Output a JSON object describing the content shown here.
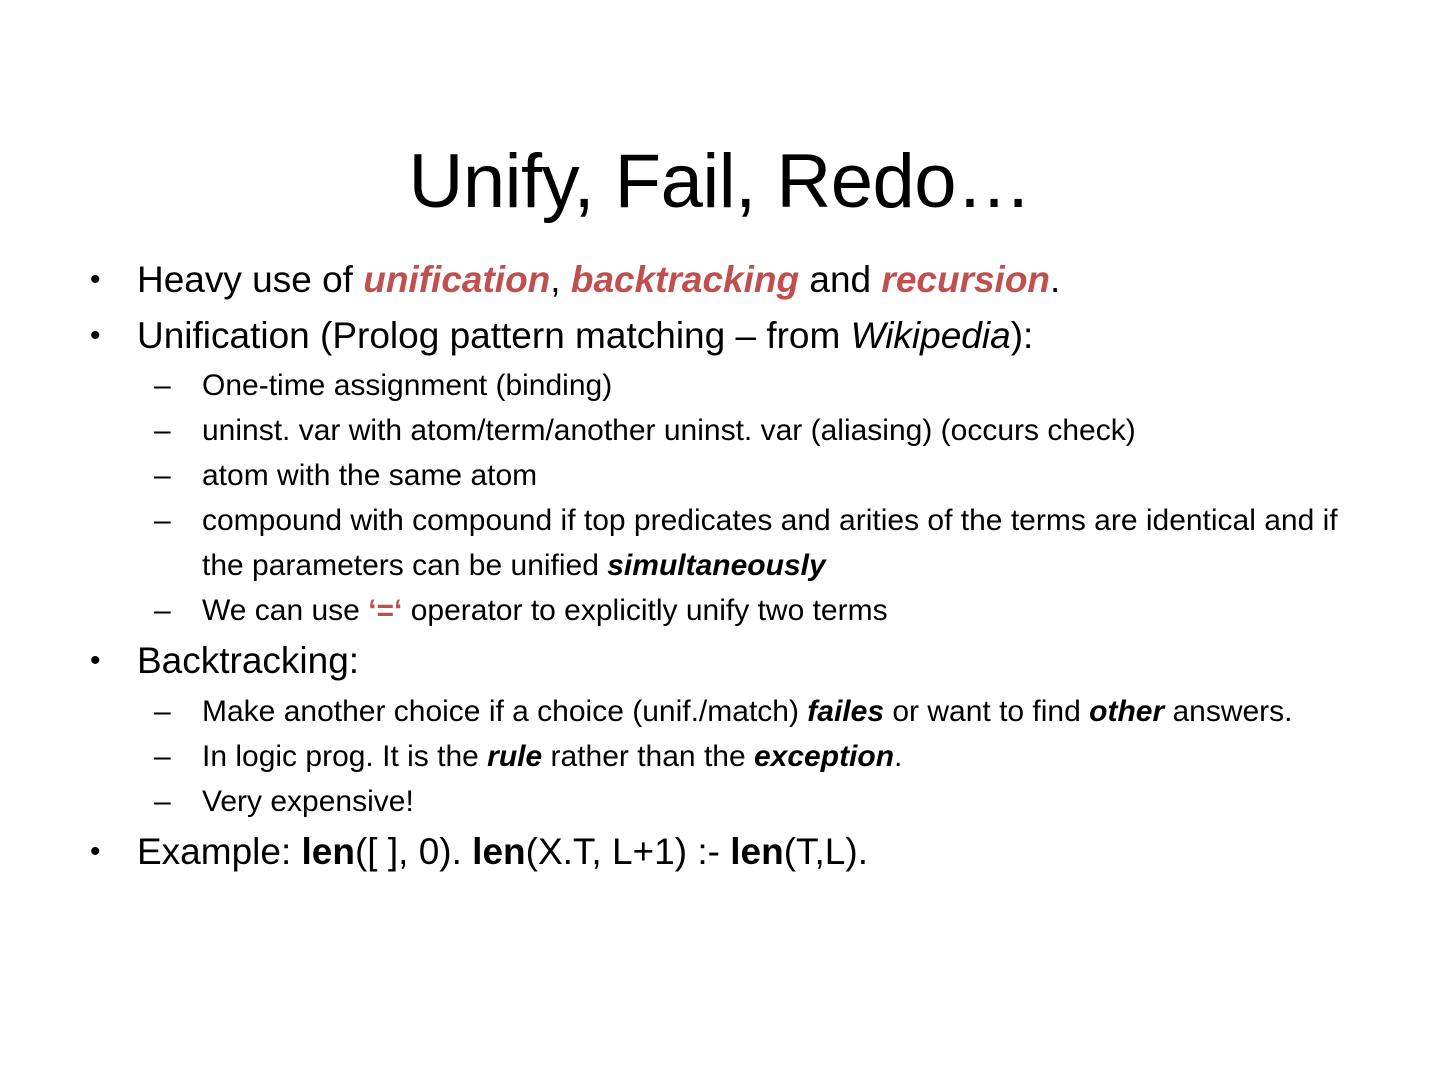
{
  "slide": {
    "title": "Unify, Fail, Redo…",
    "background_color": "#FFFFFF",
    "accent_color": "#C0504D",
    "text_color": "#000000",
    "bullet_marker_level1": "•",
    "bullet_marker_level2": "–"
  },
  "bullets": {
    "heavy_use": {
      "part1": "Heavy use of ",
      "term1": "unification",
      "sep1": ", ",
      "term2": "backtracking",
      "sep2": " and ",
      "term3": "recursion",
      "end": "."
    },
    "unification_header": {
      "part1": "Unification (Prolog pattern matching – from ",
      "source": "Wikipedia",
      "end": "):"
    },
    "unification_items": {
      "item1": "One-time assignment (binding)",
      "item2": "uninst. var with atom/term/another uninst. var (aliasing) (occurs check)",
      "item3": "atom with the same atom",
      "item4": {
        "part1": "compound with compound if top predicates and arities of the terms are identical and if the parameters can be unified ",
        "emphasis": "simultaneously"
      },
      "item5": {
        "part1": "We can use ",
        "operator": "‘=‘",
        "part2": " operator to explicitly unify two terms"
      }
    },
    "backtracking_header": "Backtracking:",
    "backtracking_items": {
      "item1": {
        "part1": "Make another choice if a choice (unif./match) ",
        "emphasis1": "failes",
        "part2": " or want to find ",
        "emphasis2": "other",
        "part3": " answers."
      },
      "item2": {
        "part1": "In logic prog. It is the ",
        "emphasis1": "rule",
        "part2": " rather than the ",
        "emphasis2": "exception",
        "part3": "."
      },
      "item3": "Very expensive!"
    },
    "example": {
      "label": "Example: ",
      "pred1": "len",
      "args1": "([ ], 0). ",
      "pred2": "len",
      "args2": "(X.T, L+1) :- ",
      "pred3": "len",
      "args3": "(T,L)."
    }
  }
}
